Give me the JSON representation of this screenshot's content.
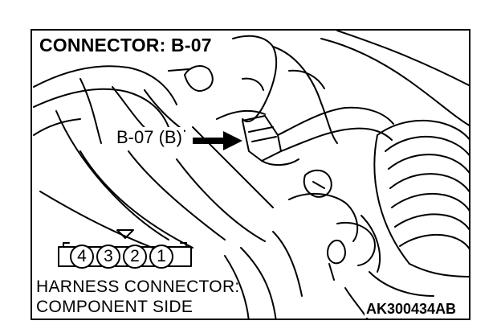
{
  "title": "CONNECTOR: B-07",
  "callout": {
    "label": "B-07 (B)"
  },
  "connector": {
    "pins": [
      "4",
      "3",
      "2",
      "1"
    ]
  },
  "caption": {
    "line1": "HARNESS CONNECTOR:",
    "line2": "COMPONENT SIDE"
  },
  "figure_code": "AK300434AB"
}
